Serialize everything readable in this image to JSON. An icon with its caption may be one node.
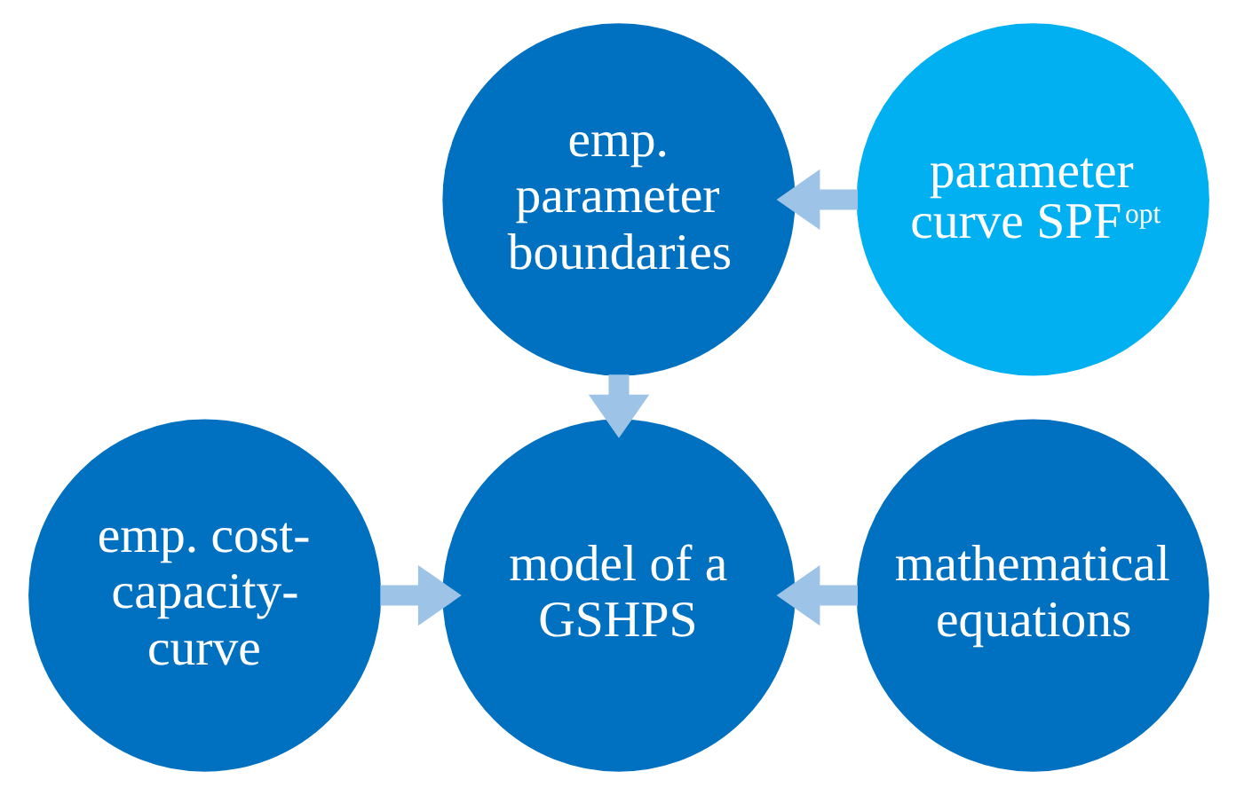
{
  "diagram": {
    "nodes": [
      {
        "text": [
          "emp. parameter boundaries"
        ]
      },
      {
        "text": [
          "parameter curve SPF$^{opt}$"
        ]
      },
      {
        "text": [
          "emp. cost-capacity-curve"
        ]
      },
      {
        "text": [
          "model of a GSHPS"
        ]
      },
      {
        "text": [
          "mathematical equations"
        ]
      }
    ],
    "edges": [
      {
        "from": 1,
        "to": 0,
        "arrow": "to"
      },
      {
        "from": 0,
        "to": 3,
        "arrow": "to"
      },
      {
        "from": 2,
        "to": 3,
        "arrow": "to"
      },
      {
        "from": 4,
        "to": 3,
        "arrow": "to"
      }
    ]
  }
}
